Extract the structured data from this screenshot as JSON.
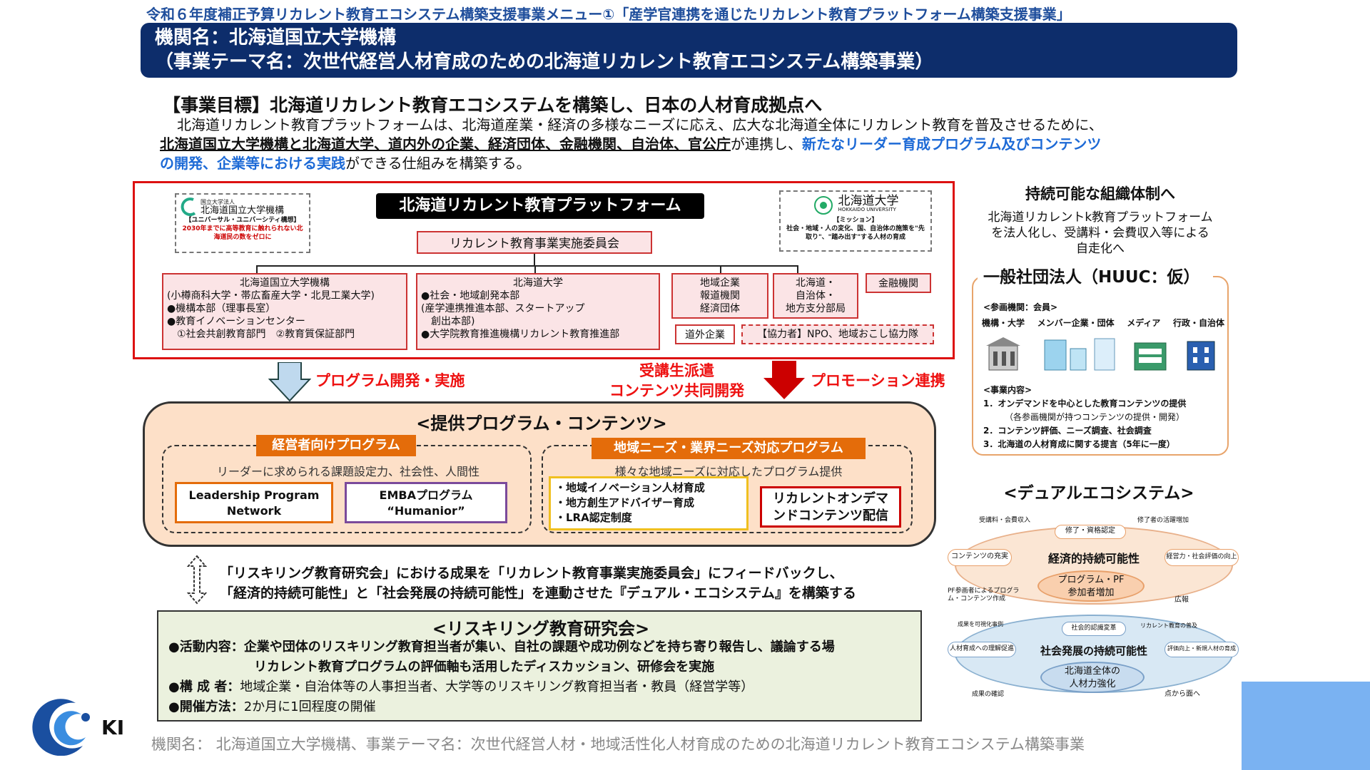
{
  "header": {
    "subtitle": "令和６年度補正予算リカレント教育エコシステム構築支援事業メニュー①「産学官連携を通じたリカレント教育プラットフォーム構築支援事業」",
    "org_line": "機関名：北海道国立大学機構",
    "theme_line": "（事業テーマ名：次世代経営人材育成のための北海道リカレント教育エコシステム構築事業）"
  },
  "goal": {
    "title": "【事業目標】北海道リカレント教育エコシステムを構築し、日本の人材育成拠点へ",
    "p1": "北海道リカレント教育プラットフォームは、北海道産業・経済の多様なニーズに応え、広大な北海道全体にリカレント教育を普及させるために、",
    "p2_u": "北海道国立大学機構と北海道大学、道内外の企業、経済団体、金融機関、自治体、官公庁",
    "p2_mid": "が連携し、",
    "p2_blue": "新たなリーダー育成プログラム及びコンテンツ",
    "p3_blue": "の開発、企業等における実践",
    "p3_end": "ができる仕組みを構築する。"
  },
  "platform": {
    "title": "北海道リカレント教育プラットフォーム",
    "committee": "リカレント教育事業実施委員会",
    "logo_left": {
      "small": "国立大学法人",
      "name": "北海道国立大学機構",
      "concept": "【ユニバーサル・ユニバーシティ構想】",
      "desc": "2030年までに高等教育に触れられない北海道民の数をゼロに"
    },
    "logo_right": {
      "name": "北海道大学",
      "en": "HOKKAIDO UNIVERSITY",
      "mission": "【ミッション】",
      "desc": "社会・地域・人の変化、国、自治体の施策を\"先取り\"、\"踏み出す\"する人材の育成"
    },
    "box_kiko": [
      "北海道国立大学機構",
      "(小樽商科大学・帯広畜産大学・北見工業大学)",
      "●機構本部（理事長室）",
      "●教育イノベーションセンター",
      "①社会共創教育部門　②教育質保証部門"
    ],
    "box_hokudai": [
      "北海道大学",
      "●社会・地域創発本部",
      "(産学連携推進本部、スタートアップ",
      "創出本部)",
      "●大学院教育推進機構リカレント教育推進部"
    ],
    "box_kigyo": [
      "地域企業",
      "報道機関",
      "経済団体"
    ],
    "box_gov": [
      "北海道・",
      "自治体・",
      "地方支分部局"
    ],
    "box_bank": "金融機関",
    "box_outside": "道外企業",
    "box_npo": "【協力者】NPO、地域おこし協力隊"
  },
  "flows": {
    "left": "プログラム開発・実施",
    "mid1": "受講生派遣",
    "mid2": "コンテンツ共同開発",
    "right": "プロモーション連携"
  },
  "programs": {
    "title": "<提供プログラム・コンテンツ>",
    "exec_tag": "経営者向けプログラム",
    "exec_desc": "リーダーに求められる課題設定力、社会性、人間性",
    "lpn_1": "Leadership Program",
    "lpn_2": "Network",
    "emba_1": "EMBAプログラム",
    "emba_2": "“Humanior”",
    "region_tag": "地域ニーズ・業界ニーズ対応プログラム",
    "region_desc": "様々な地域ニーズに対応したプログラム提供",
    "region_list": [
      "・地域イノベーション人材育成",
      "・地方創生アドバイザー育成",
      "・LRA認定制度"
    ],
    "ondemand_1": "リカレントオンデマ",
    "ondemand_2": "ンドコンテンツ配信"
  },
  "feedback": {
    "l1": "「リスキリング教育研究会」における成果を「リカレント教育事業実施委員会」にフィードバックし、",
    "l2": "「経済的持続可能性」と「社会発展の持続可能性」を連動させた『デュアル・エコシステム』を構築する"
  },
  "reskill": {
    "title": "<リスキリング教育研究会>",
    "act_label": "●活動内容：",
    "act_1": "企業や団体のリスキリング教育担当者が集い、自社の課題や成功例などを持ち寄り報告し、議論する場",
    "act_2": "リカレント教育プログラムの評価軸も活用したディスカッション、研修会を実施",
    "mem_label": "●構 成 者：",
    "mem": "地域企業・自治体等の人事担当者、大学等のリスキリング教育担当者・教員（経営学等）",
    "freq_label": "●開催方法：",
    "freq": "2か月に1回程度の開催"
  },
  "sustain": {
    "title": "持続可能な組織体制へ",
    "desc_1": "北海道リカレントk教育プラットフォーム",
    "desc_2": "を法人化し、受講料・会費収入等による",
    "desc_3": "自走化へ",
    "org": "一般社団法人（HUUC：仮）",
    "members_label": "<参画機関：会員>",
    "members": [
      "機構・大学",
      "メンバー企業・団体",
      "メディア",
      "行政・自治体"
    ],
    "content_label": "<事業内容>",
    "content": [
      "1．オンデマンドを中心とした教育コンテンツの提供",
      "（各参画機関が持つコンテンツの提供・開発）",
      "2．コンテンツ評価、ニーズ調査、社会調査",
      "3．北海道の人材育成に関する提言（5年に一度）"
    ]
  },
  "dual": {
    "title": "<デュアルエコシステム>",
    "top_ring": "経済的持続可能性",
    "top_center_1": "プログラム・PF",
    "top_center_2": "参加者増加",
    "top_left": "コンテンツの充実",
    "top_right": "経営力・社会評価の向上",
    "top_top": "修了・資格認定",
    "top_tl": "受講料・会費収入",
    "top_tr": "修了者の活躍増加",
    "mid_left_1": "PF参画者によるプログラ",
    "mid_left_2": "ム・コンテンツ作成",
    "mid_right": "広報",
    "bot_ring": "社会発展の持続可能性",
    "bot_center_1": "北海道全体の",
    "bot_center_2": "人材力強化",
    "bot_left": "人材育成への理解促進",
    "bot_right": "評価向上・新規人材の育成",
    "bot_top": "社会的認識変革",
    "bot_tl": "成果を可視化事例",
    "bot_tr": "リカレント教育の普及",
    "bot_bl": "成果の確認",
    "bot_br": "点から面へ"
  },
  "logo_text": "KI",
  "footer": "機関名： 北海道国立大学機構、事業テーマ名：次世代経営人材・地域活性化人材育成のための北海道リカレント教育エコシステム構築事業"
}
